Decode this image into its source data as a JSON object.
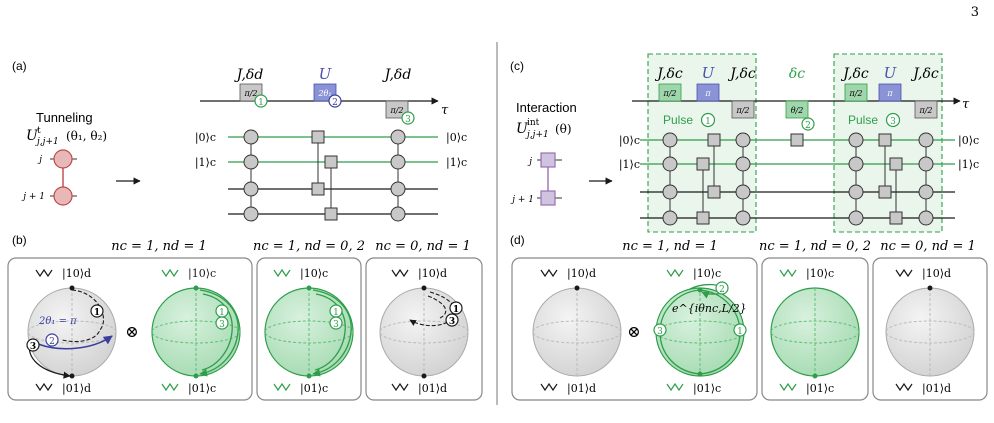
{
  "page_number": "3",
  "panel_a": {
    "label": "(a)",
    "title": "Tunneling",
    "op_main": "U",
    "op_sup": "t",
    "op_sub": "j,j+1",
    "op_args": "(θ₁, θ₂)",
    "site_j": "j",
    "site_j1": "j + 1",
    "pulse_label_1": "J,δd",
    "pulse_label_2": "U",
    "pulse_label_3": "J,δd",
    "pulse_box_1": "π/2",
    "pulse_box_2": "2θ₁",
    "pulse_box_3": "π/2",
    "num_1": "1",
    "num_2": "2",
    "num_3": "3",
    "tau": "τ",
    "wire_in_0": "|0⟩c",
    "wire_in_1": "|1⟩c",
    "wire_out_0": "|0⟩c",
    "wire_out_1": "|1⟩c"
  },
  "panel_b": {
    "label": "(b)",
    "headers": [
      "nc = 1, nd = 1",
      "nc = 1, nd = 0, 2",
      "nc = 0, nd = 1"
    ],
    "ket_10_d": "|10⟩d",
    "ket_01_d": "|01⟩d",
    "ket_10_c": "|10⟩c",
    "ket_01_c": "|01⟩c",
    "angle_label": "2θ₁ = π",
    "otimes": "⊗",
    "num_1": "1",
    "num_2": "2",
    "num_3": "3"
  },
  "panel_c": {
    "label": "(c)",
    "title": "Interaction",
    "op_main": "U",
    "op_sup": "int",
    "op_sub": "j,j+1",
    "op_args": "(θ)",
    "site_j": "j",
    "site_j1": "j + 1",
    "pulse_group_1": "Pulse",
    "pulse_group_3": "Pulse",
    "top_labels": [
      "J,δc",
      "U",
      "J,δc",
      "δc",
      "J,δc",
      "U",
      "J,δc"
    ],
    "box_pi2": "π/2",
    "box_pi": "π",
    "box_theta2": "θ/2",
    "num_1": "1",
    "num_2": "2",
    "num_3": "3",
    "tau": "τ",
    "wire_in_0": "|0⟩c",
    "wire_in_1": "|1⟩c",
    "wire_out_0": "|0⟩c",
    "wire_out_1": "|1⟩c"
  },
  "panel_d": {
    "label": "(d)",
    "headers": [
      "nc = 1, nd = 1",
      "nc = 1, nd = 0, 2",
      "nc = 0, nd = 1"
    ],
    "phase": "e^{iθnc,L/2}",
    "ket_10_d": "|10⟩d",
    "ket_01_d": "|01⟩d",
    "ket_10_c": "|10⟩c",
    "ket_01_c": "|01⟩c",
    "otimes": "⊗",
    "num_1": "1",
    "num_2": "2",
    "num_3": "3"
  },
  "colors": {
    "green": "#2e9e4a",
    "green_fill": "#b9e5c3",
    "green_pale": "#e8f5ea",
    "purple": "#7b85c8",
    "purple_fill": "#8a93d6",
    "gray_box": "#c8c8c8",
    "sphere_gray": "#e6e6e6",
    "red_site": "#d9a0a0",
    "magenta": "#9b6fb0"
  }
}
